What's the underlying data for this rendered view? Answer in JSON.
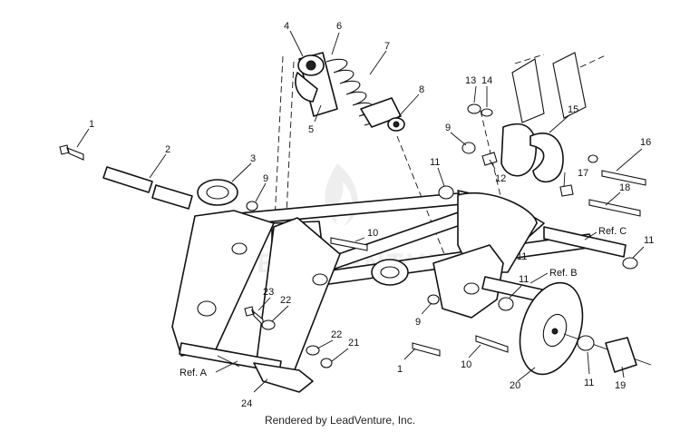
{
  "footer": "Rendered by LeadVenture, Inc.",
  "watermark": "LEADVENTURE",
  "references": {
    "ref_a": "Ref. A",
    "ref_b": "Ref. B",
    "ref_c": "Ref. C"
  },
  "callouts": {
    "c1_top": "1",
    "c2": "2",
    "c3": "3",
    "c4": "4",
    "c5": "5",
    "c6": "6",
    "c7": "7",
    "c8": "8",
    "c9_left": "9",
    "c9_right": "9",
    "c9_bottom": "9",
    "c10_top": "10",
    "c10_bottom": "10",
    "c11_a": "11",
    "c11_b": "11",
    "c11_c": "11",
    "c11_d": "11",
    "c11_e": "11",
    "c12": "12",
    "c13": "13",
    "c14": "14",
    "c15": "15",
    "c16": "16",
    "c17": "17",
    "c18": "18",
    "c19": "19",
    "c20": "20",
    "c21": "21",
    "c22_top": "22",
    "c22_bottom": "22",
    "c23": "23",
    "c24": "24",
    "c1_bottom": "1"
  }
}
